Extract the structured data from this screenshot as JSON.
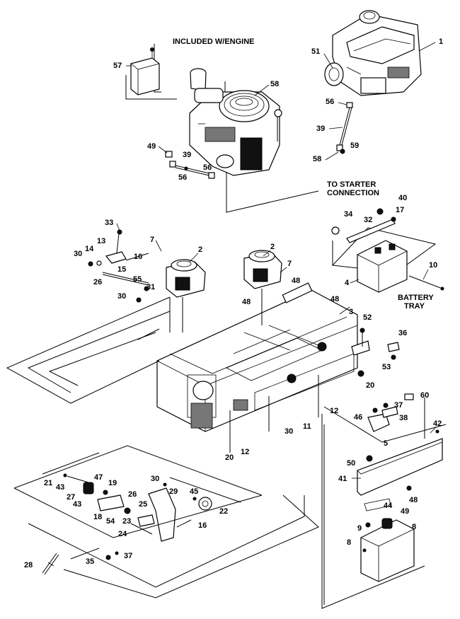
{
  "captions": {
    "included_with_engine": "INCLUDED W/ENGINE",
    "to_starter_1": "TO STARTER",
    "to_starter_2": "CONNECTION",
    "battery_1": "BATTERY",
    "battery_2": "TRAY"
  },
  "callouts": [
    "57",
    "58",
    "49",
    "39",
    "56",
    "56",
    "1",
    "51",
    "56",
    "39",
    "58",
    "59",
    "33",
    "13",
    "14",
    "30",
    "16",
    "26",
    "15",
    "55",
    "31",
    "30",
    "7",
    "2",
    "2",
    "7",
    "48",
    "48",
    "48",
    "3",
    "52",
    "34",
    "32",
    "40",
    "17",
    "4",
    "10",
    "36",
    "53",
    "20",
    "12",
    "30",
    "11",
    "20",
    "12",
    "37",
    "46",
    "38",
    "5",
    "60",
    "42",
    "50",
    "41",
    "48",
    "21",
    "47",
    "43",
    "27",
    "19",
    "43",
    "18",
    "54",
    "26",
    "25",
    "23",
    "24",
    "30",
    "29",
    "45",
    "22",
    "16",
    "44",
    "49",
    "9",
    "8",
    "8",
    "28",
    "35",
    "37"
  ]
}
